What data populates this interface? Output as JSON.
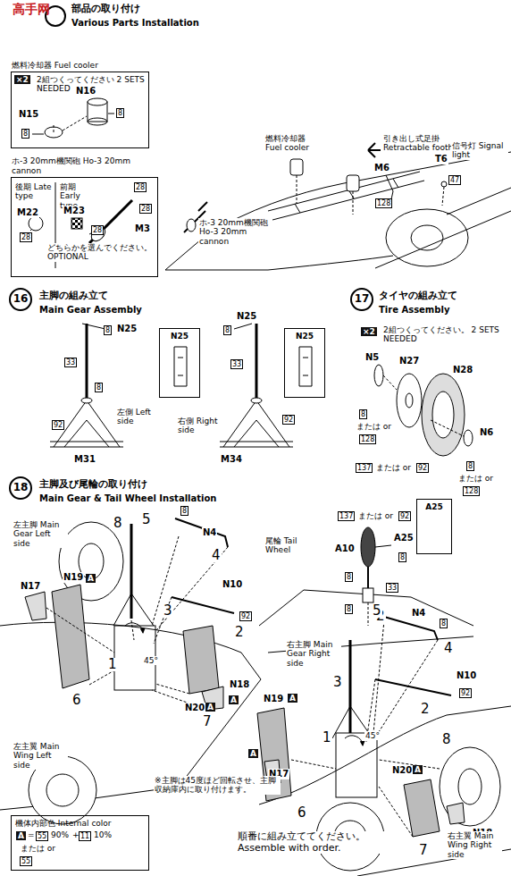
{
  "diagram": {
    "nodes": [
      {
        "text": [
          "燃料冷却器 Fuel cooler",
          "2組つくってください 2 SETS NEEDED"
        ]
      },
      {
        "text": [
          "ホ-3 20mm機関砲 Ho-3 20mm cannon"
        ]
      },
      {
        "text": [
          "16"
        ]
      },
      {
        "text": [
          "N25"
        ]
      },
      {
        "text": [
          "N25"
        ]
      },
      {
        "text": [
          "17"
        ]
      },
      {
        "text": [
          "18"
        ]
      },
      {
        "text": [
          "A25"
        ]
      },
      {
        "text": [
          "機体内部色 Internal color"
        ]
      }
    ],
    "labels": [
      "高手网",
      "部品の取り付け",
      "Various Parts Installation",
      "×2",
      "N15",
      "8",
      "N16",
      "8",
      "後期 Late type",
      "前期 Early type",
      "28",
      "M22",
      "M23",
      "M3",
      "28",
      "28",
      "28",
      "どちらかを選んでください。 OPTIONAL",
      "燃料冷却器 Fuel cooler",
      "引き出し式足掛 Retractable foothold",
      "M6",
      "128",
      "T6",
      "信号灯 Signal light",
      "47",
      "ホ-3 20mm機関砲 Ho-3 20mm cannon",
      "主脚の組み立て",
      "Main Gear Assembly",
      "8",
      "N25",
      "33",
      "8",
      "92",
      "M31",
      "左側 Left side",
      "8",
      "N25",
      "33",
      "92",
      "M34",
      "右側 Right side",
      "タイヤの組み立て",
      "Tire Assembly",
      "×2",
      "2組つくってください。 2 SETS NEEDED",
      "N5",
      "N27",
      "N28",
      "N6",
      "8",
      "または or",
      "128",
      "137",
      "または or",
      "92",
      "8",
      "または or",
      "128",
      "主脚及び尾輪の取り付け",
      "Main Gear & Tail Wheel Installation",
      "137",
      "または or",
      "92",
      "尾輪 Tail Wheel",
      "A10",
      "A25",
      "8",
      "8",
      "8",
      "33",
      "2",
      "左主脚 Main Gear Left side",
      "8",
      "N4",
      "5",
      "4",
      "N10",
      "92",
      "2",
      "3",
      "1",
      "45°",
      "8",
      "N19",
      "A",
      "N17",
      "6",
      "N20",
      "A",
      "N18",
      "A",
      "7",
      "左主翼 Main Wing Left side",
      "5",
      "N4",
      "8",
      "右主脚 Main Gear Right side",
      "4",
      "N10",
      "92",
      "3",
      "2",
      "1",
      "45°",
      "8",
      "N19",
      "A",
      "A",
      "N17",
      "6",
      "N20",
      "A",
      "N18",
      "7",
      "右主翼 Main Wing Right side",
      "※主脚は45度ほど回転させ、主脚収納庫内に取り付けます。",
      "A",
      "=",
      "55",
      "90%",
      "+",
      "11",
      "10%",
      "または or",
      "55",
      "順番に組み立ててください。 Assemble with order."
    ]
  }
}
